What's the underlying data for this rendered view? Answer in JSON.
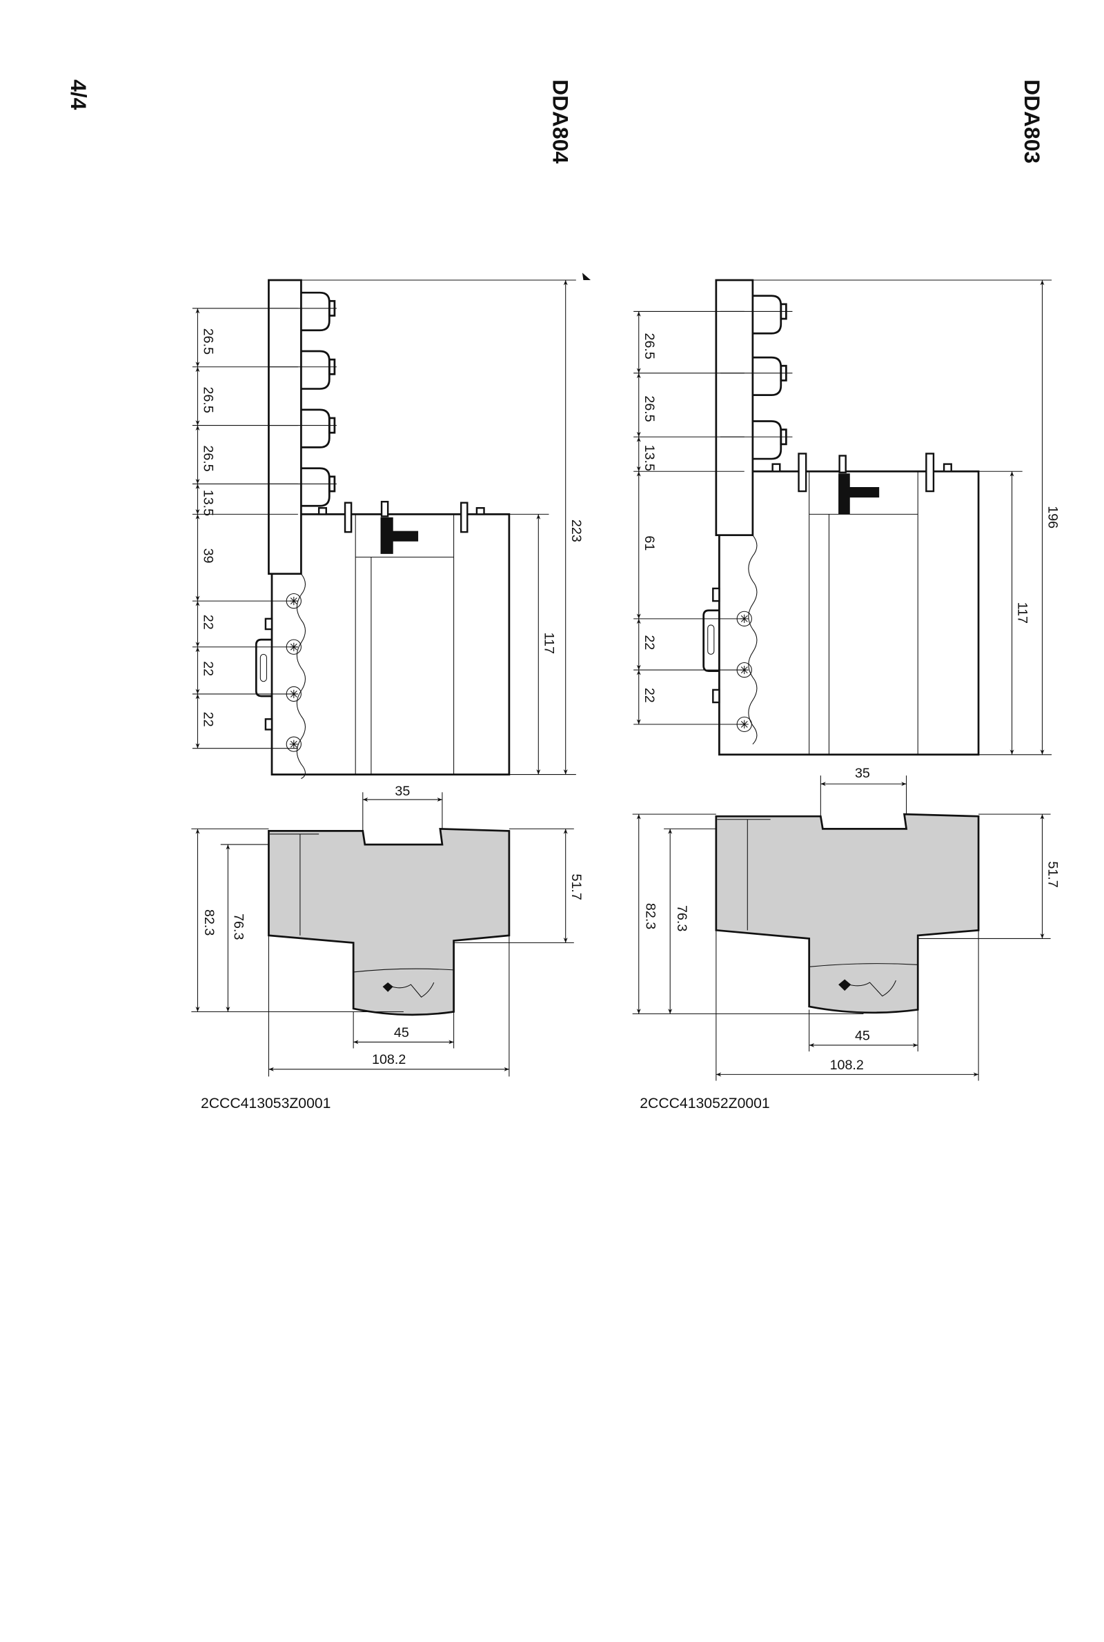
{
  "page_number": "4/4",
  "drawings": [
    {
      "model": "DDA804",
      "side_dims": [
        "26.5",
        "26.5",
        "26.5",
        "13.5",
        "39",
        "22",
        "22",
        "22"
      ],
      "height_body": "117",
      "height_total": "223",
      "rail_width": "35",
      "depth_total": "82.3",
      "depth_rail": "76.3",
      "depth_front": "51.7",
      "front_width": "45",
      "overall_width": "108.2",
      "code": "2CCC413053Z0001"
    },
    {
      "model": "DDA803",
      "side_dims": [
        "26.5",
        "26.5",
        "13.5",
        "61",
        "22",
        "22"
      ],
      "height_body": "117",
      "height_total": "196",
      "rail_width": "35",
      "depth_total": "82.3",
      "depth_rail": "76.3",
      "depth_front": "51.7",
      "front_width": "45",
      "overall_width": "108.2",
      "code": "2CCC413052Z0001"
    }
  ]
}
